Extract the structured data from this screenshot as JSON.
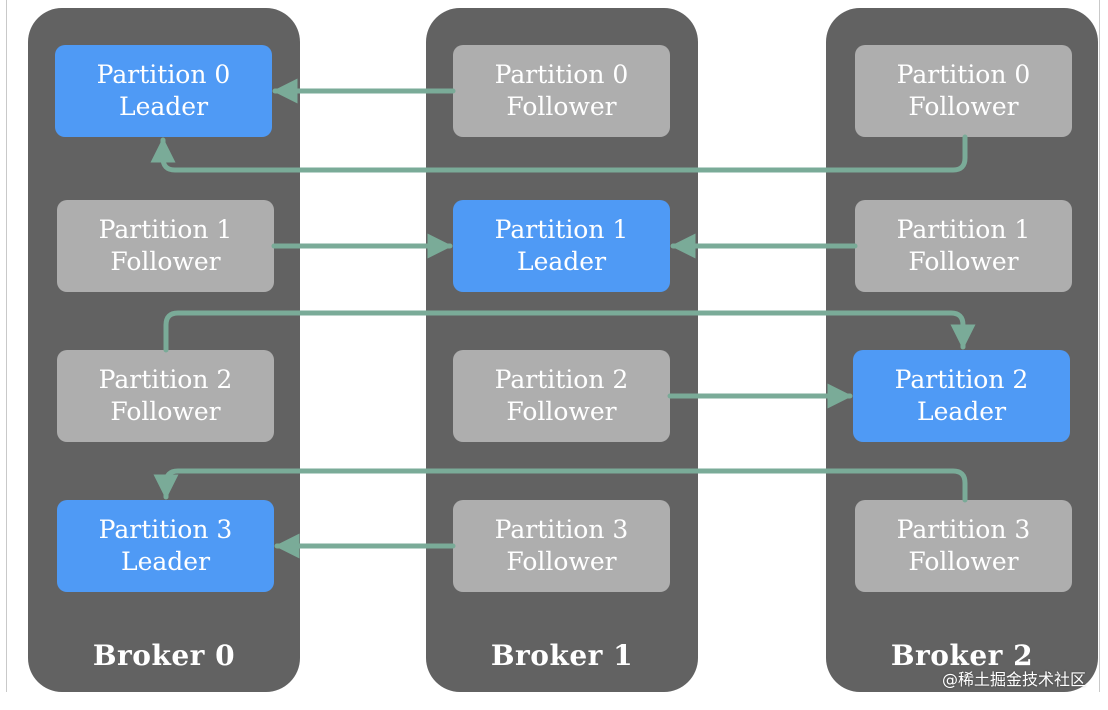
{
  "colors": {
    "broker_bg": "#626262",
    "leader": "#4f9af5",
    "follower": "#aeaeae",
    "arrow": "#7aab98"
  },
  "brokers": [
    {
      "label": "Broker 0",
      "partitions": [
        {
          "line1": "Partition 0",
          "line2": "Leader"
        },
        {
          "line1": "Partition 1",
          "line2": "Follower"
        },
        {
          "line1": "Partition 2",
          "line2": "Follower"
        },
        {
          "line1": "Partition 3",
          "line2": "Leader"
        }
      ]
    },
    {
      "label": "Broker 1",
      "partitions": [
        {
          "line1": "Partition 0",
          "line2": "Follower"
        },
        {
          "line1": "Partition 1",
          "line2": "Leader"
        },
        {
          "line1": "Partition 2",
          "line2": "Follower"
        },
        {
          "line1": "Partition 3",
          "line2": "Follower"
        }
      ]
    },
    {
      "label": "Broker 2",
      "partitions": [
        {
          "line1": "Partition 0",
          "line2": "Follower"
        },
        {
          "line1": "Partition 1",
          "line2": "Follower"
        },
        {
          "line1": "Partition 2",
          "line2": "Leader"
        },
        {
          "line1": "Partition 3",
          "line2": "Follower"
        }
      ]
    }
  ],
  "watermark": "@稀土掘金技术社区"
}
